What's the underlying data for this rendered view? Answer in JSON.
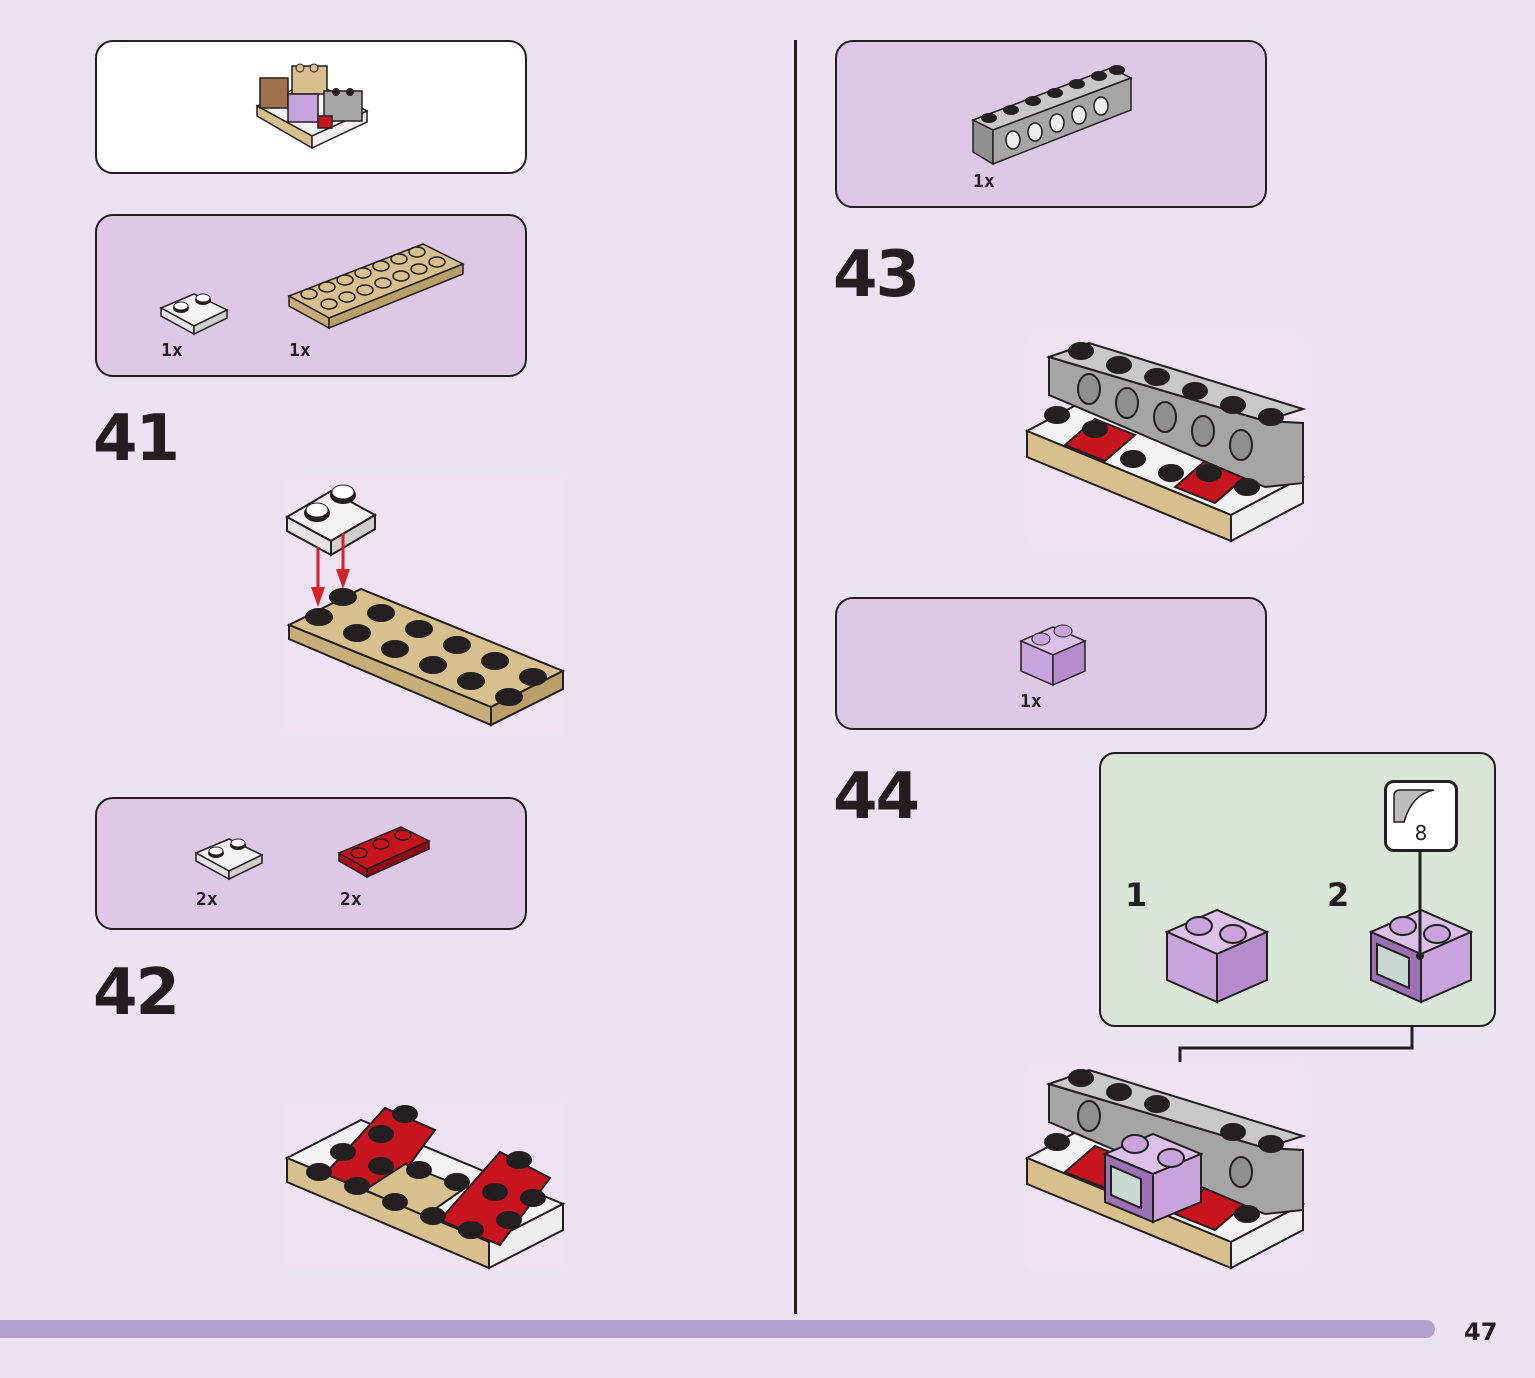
{
  "page": {
    "number": "47"
  },
  "left": {
    "parts_a": [
      {
        "qty": "1x"
      },
      {
        "qty": "1x"
      }
    ],
    "step_41": "41",
    "parts_b": [
      {
        "qty": "2x"
      },
      {
        "qty": "2x"
      }
    ],
    "step_42": "42"
  },
  "right": {
    "parts_c": [
      {
        "qty": "1x"
      }
    ],
    "step_43": "43",
    "parts_d": [
      {
        "qty": "1x"
      }
    ],
    "step_44": "44",
    "substeps": {
      "one": "1",
      "two": "2",
      "sticker_number": "8"
    }
  },
  "colors": {
    "tan": "#d7c08e",
    "white_brick": "#f2f2f2",
    "red": "#c8141e",
    "grey": "#a5a5a5",
    "lavender": "#c9a3dc",
    "arrow_red": "#d2232a",
    "footer": "#b39fce",
    "callout_bg": "#dbe5d9",
    "parts_bg": "#ddc9e6"
  }
}
